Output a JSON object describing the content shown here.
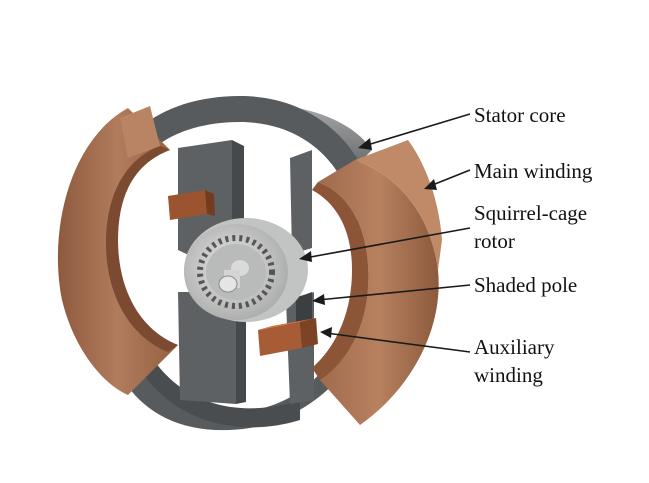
{
  "labels": {
    "stator_core": "Stator core",
    "main_winding": "Main winding",
    "squirrel_cage_rotor_line1": "Squirrel-cage",
    "squirrel_cage_rotor_line2": "rotor",
    "shaded_pole": "Shaded pole",
    "auxiliary_winding_line1": "Auxiliary",
    "auxiliary_winding_line2": "winding"
  },
  "colors": {
    "core_face": "#585b5d",
    "core_dark": "#3f4244",
    "core_rim": "#9a9c9d",
    "winding_outer": "#b0795c",
    "winding_face": "#9a6448",
    "winding_inner": "#7c4a31",
    "aux_winding": "#a05a33",
    "rotor_ring": "#c8c9c9",
    "rotor_face": "#d3d4d3"
  }
}
